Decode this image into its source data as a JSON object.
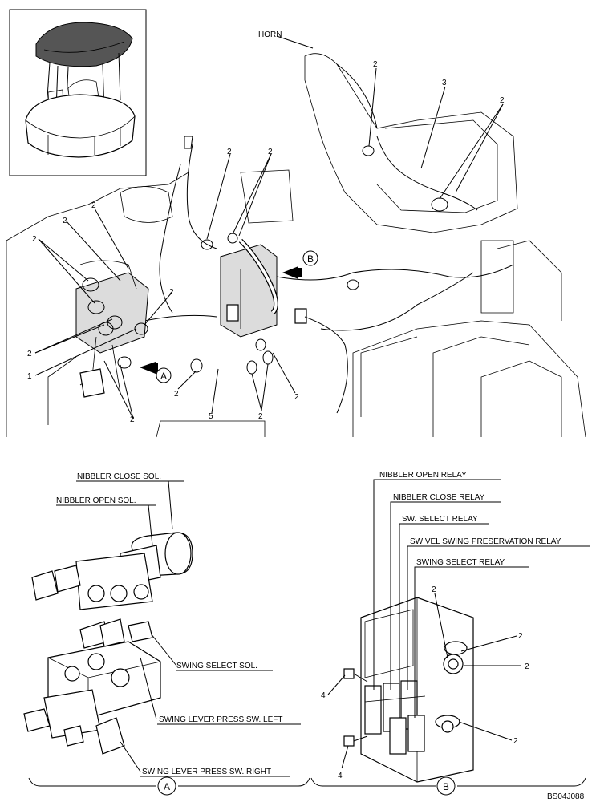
{
  "top_labels": {
    "horn": "HORN"
  },
  "callouts": {
    "one": "1",
    "two": "2",
    "three": "3",
    "four": "4",
    "five": "5"
  },
  "view_markers": {
    "a": "A",
    "b": "B"
  },
  "view_a_labels": {
    "nibbler_close_sol": "NIBBLER CLOSE SOL.",
    "nibbler_open_sol": "NIBBLER OPEN SOL.",
    "swing_select_sol": "SWING SELECT SOL.",
    "swing_lever_left": "SWING LEVER PRESS SW. LEFT",
    "swing_lever_right": "SWING LEVER PRESS SW. RIGHT"
  },
  "view_b_labels": {
    "nibbler_open_relay": "NIBBLER OPEN RELAY",
    "nibbler_close_relay": "NIBBLER CLOSE RELAY",
    "sw_select_relay": "SW. SELECT RELAY",
    "swivel_swing_relay": "SWIVEL SWING PRESERVATION RELAY",
    "swing_select_relay": "SWING SELECT RELAY"
  },
  "figure_code": "BS04J088"
}
